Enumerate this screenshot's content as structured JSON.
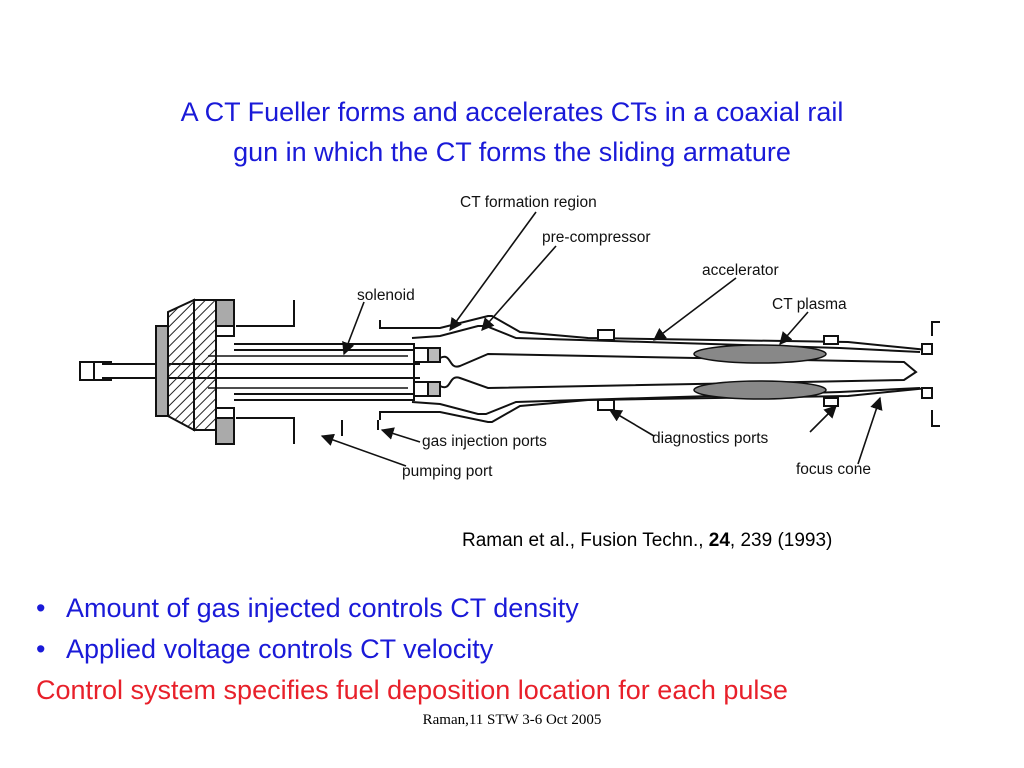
{
  "title": {
    "line1": "A CT Fueller forms and accelerates CTs in a coaxial rail",
    "line2": "gun in which the CT forms the sliding armature"
  },
  "diagram": {
    "labels": {
      "ct_formation_region": "CT formation region",
      "pre_compressor": "pre-compressor",
      "accelerator": "accelerator",
      "ct_plasma": "CT plasma",
      "solenoid": "solenoid",
      "gas_injection_ports": "gas injection ports",
      "pumping_port": "pumping port",
      "diagnostics_ports": "diagnostics ports",
      "focus_cone": "focus cone"
    }
  },
  "citation": {
    "prefix": "Raman et al., Fusion Techn., ",
    "volume": "24",
    "suffix": ", 239 (1993)"
  },
  "bullets": [
    "Amount of gas injected controls CT density",
    "Applied voltage controls CT velocity"
  ],
  "bullet_symbol": "•",
  "highlight": "Control system specifies fuel deposition location for each pulse",
  "footer": "Raman,11 STW 3-6 Oct 2005",
  "colors": {
    "blue": "#1a1ad8",
    "red": "#e8202a",
    "plasma": "#888888"
  }
}
